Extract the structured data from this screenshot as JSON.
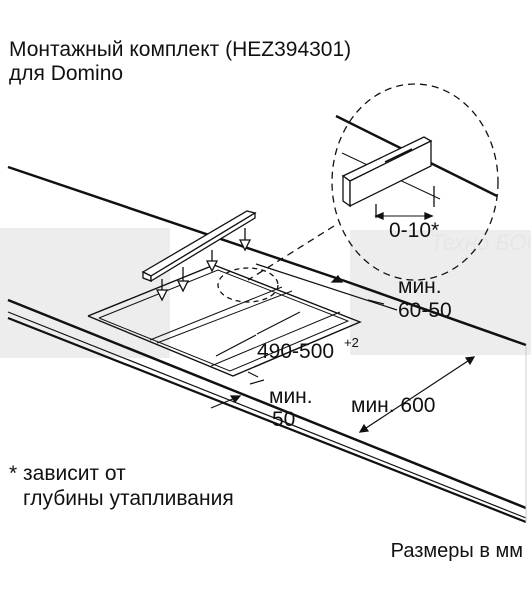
{
  "title": {
    "line1": "Монтажный комплект (HEZ394301)",
    "line2": "для Domino"
  },
  "labels": {
    "gap": "0-10*",
    "min_depth_1": "мин.",
    "min_depth_2": "60-50",
    "cutout_width": "490-500",
    "cutout_tolerance": "+2",
    "min_front_1": "мин.",
    "min_front_2": "50",
    "min_right": "мин. 600"
  },
  "watermark": "Техно БОСЕ",
  "footnote": {
    "line1": "* зависит от",
    "line2": "глубины утапливания"
  },
  "units": "Размеры в мм",
  "colors": {
    "line": "#111111",
    "watermark": "#ececec"
  }
}
